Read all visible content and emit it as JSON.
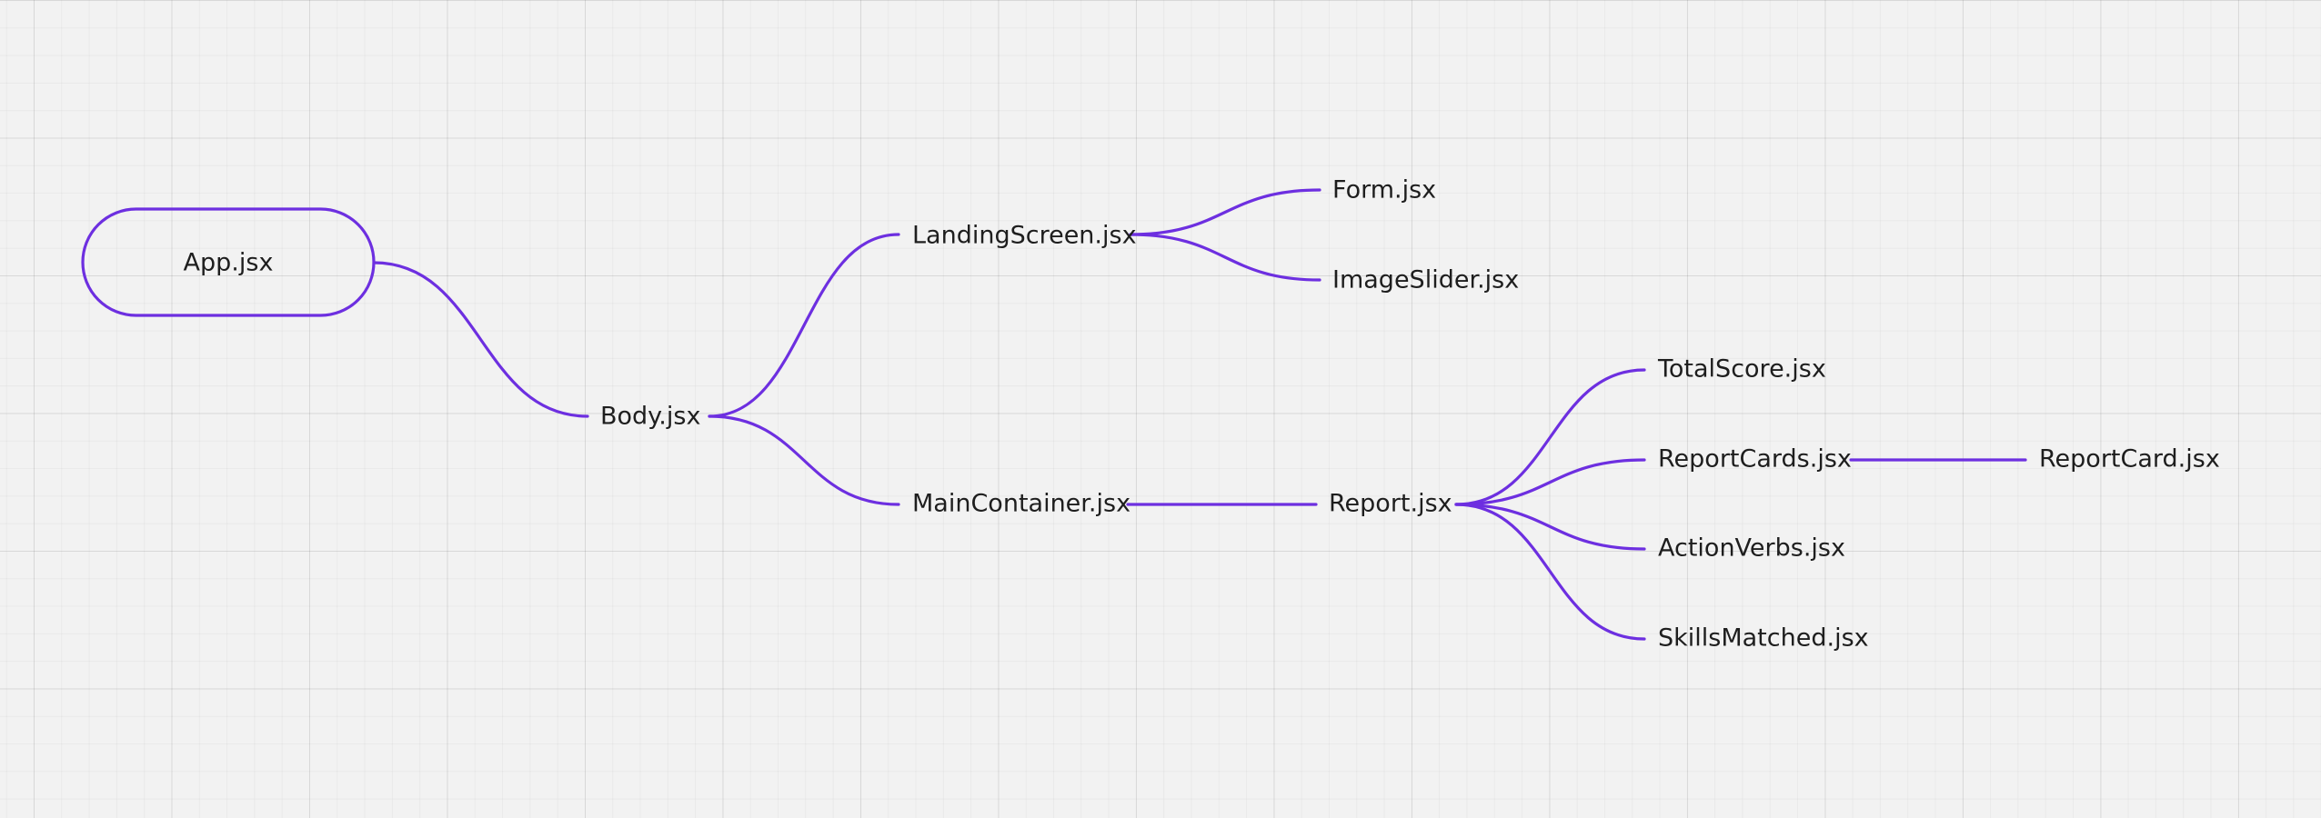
{
  "colors": {
    "edge": "#6d2fe0",
    "text": "#1e1e1e",
    "background": "#f2f2f2"
  },
  "mindmap": {
    "root": {
      "id": "app",
      "label": "App.jsx"
    },
    "nodes": [
      {
        "id": "body",
        "label": "Body.jsx",
        "parent": "app"
      },
      {
        "id": "landing",
        "label": "LandingScreen.jsx",
        "parent": "body"
      },
      {
        "id": "main",
        "label": "MainContainer.jsx",
        "parent": "body"
      },
      {
        "id": "form",
        "label": "Form.jsx",
        "parent": "landing"
      },
      {
        "id": "slider",
        "label": "ImageSlider.jsx",
        "parent": "landing"
      },
      {
        "id": "report",
        "label": "Report.jsx",
        "parent": "main"
      },
      {
        "id": "total",
        "label": "TotalScore.jsx",
        "parent": "report"
      },
      {
        "id": "cards",
        "label": "ReportCards.jsx",
        "parent": "report"
      },
      {
        "id": "verbs",
        "label": "ActionVerbs.jsx",
        "parent": "report"
      },
      {
        "id": "skills",
        "label": "SkillsMatched.jsx",
        "parent": "report"
      },
      {
        "id": "card",
        "label": "ReportCard.jsx",
        "parent": "cards"
      }
    ]
  }
}
